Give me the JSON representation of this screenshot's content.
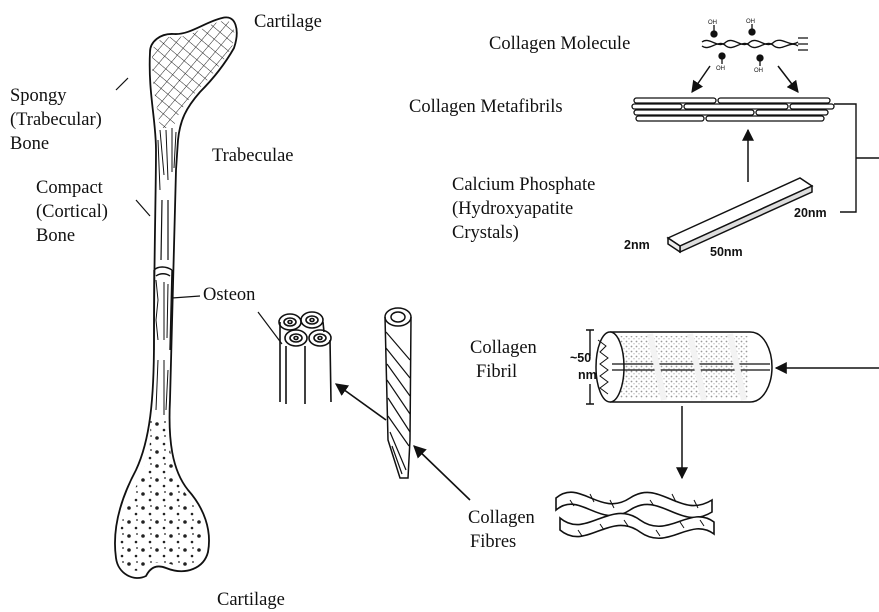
{
  "labels": {
    "cartilage_top": "Cartilage",
    "spongy_bone": [
      "Spongy",
      "(Trabecular)",
      "Bone"
    ],
    "trabeculae": "Trabeculae",
    "compact_bone": [
      "Compact",
      "(Cortical)",
      "Bone"
    ],
    "osteon": "Osteon",
    "cartilage_bottom": "Cartilage",
    "collagen_molecule": "Collagen Molecule",
    "collagen_metafibrils": "Collagen Metafibrils",
    "calcium_phosphate": [
      "Calcium Phosphate",
      "(Hydroxyapatite",
      "Crystals)"
    ],
    "collagen_fibril": [
      "Collagen",
      "Fibril"
    ],
    "collagen_fibres": [
      "Collagen",
      "Fibres"
    ]
  },
  "dimensions": {
    "crystal_thickness": "2nm",
    "crystal_length": "50nm",
    "crystal_width": "20nm",
    "fibril_diameter": [
      "~50",
      "nm"
    ]
  },
  "molecule_groups": [
    "OH",
    "OH",
    "OH",
    "OH"
  ],
  "colors": {
    "ink": "#111111",
    "stipple": "#bdbdbd",
    "background": "#ffffff"
  }
}
